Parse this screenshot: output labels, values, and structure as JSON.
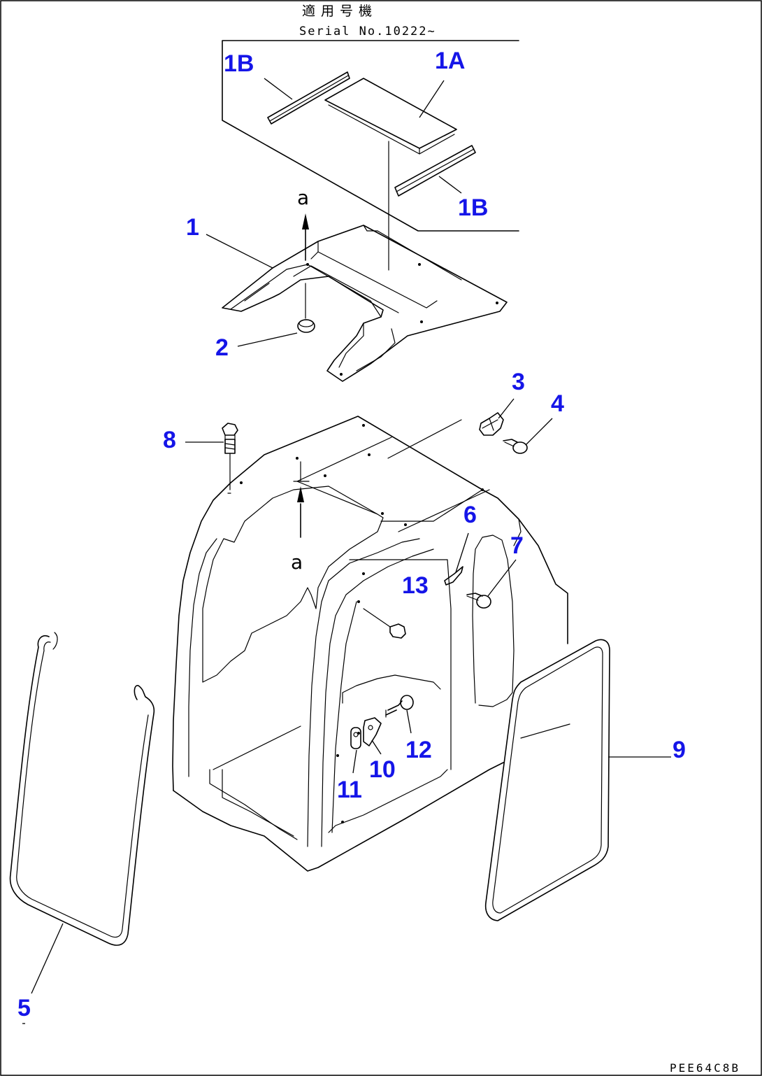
{
  "header": {
    "jp_label": "適用号機",
    "serial_label": "Serial No.10222~"
  },
  "callouts": {
    "p1": "1",
    "p1A": "1A",
    "p1B_top": "1B",
    "p1B_bottom": "1B",
    "p2": "2",
    "p3": "3",
    "p4": "4",
    "p5": "5",
    "p6": "6",
    "p7": "7",
    "p8": "8",
    "p9": "9",
    "p10": "10",
    "p11": "11",
    "p12": "12",
    "p13": "13"
  },
  "arrow_labels": {
    "top": "a",
    "bottom": "a"
  },
  "drawing_code": "PEE64C8B",
  "colors": {
    "callout": "#1515e8",
    "line": "#000000"
  }
}
